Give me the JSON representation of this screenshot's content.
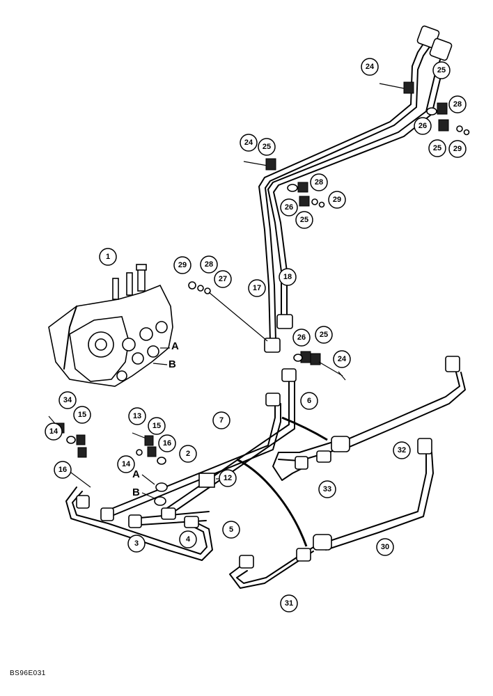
{
  "figure_code": "BS96E031",
  "port_labels": [
    "A",
    "B",
    "A",
    "B"
  ],
  "callouts": [
    "1",
    "2",
    "3",
    "4",
    "5",
    "6",
    "7",
    "12",
    "13",
    "14",
    "15",
    "16",
    "17",
    "18",
    "24",
    "25",
    "26",
    "27",
    "28",
    "29",
    "30",
    "31",
    "32",
    "33",
    "34"
  ],
  "callout_instances": [
    "24",
    "25",
    "26",
    "28",
    "25",
    "29",
    "24",
    "25",
    "26",
    "28",
    "29",
    "25",
    "29",
    "28",
    "27",
    "1",
    "17",
    "18",
    "26",
    "25",
    "24",
    "6",
    "34",
    "15",
    "14",
    "16",
    "13",
    "15",
    "16",
    "14",
    "7",
    "2",
    "12",
    "3",
    "4",
    "5",
    "32",
    "33",
    "30",
    "31"
  ]
}
